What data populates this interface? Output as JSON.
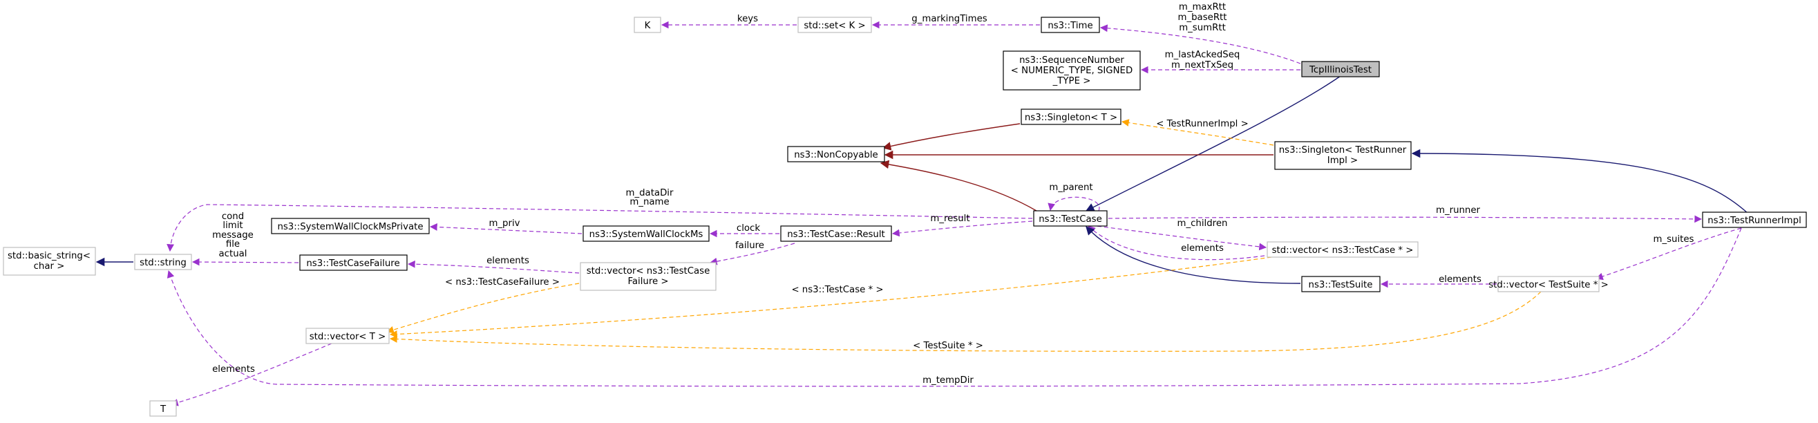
{
  "nodes": {
    "K": "K",
    "std_set": "std::set< K >",
    "ns3_time": "ns3::Time",
    "seqnum": [
      "ns3::SequenceNumber",
      "< NUMERIC_TYPE, SIGNED",
      "_TYPE >"
    ],
    "tcp_illinois_test": "TcpIllinoisTest",
    "singleton_t": "ns3::Singleton< T >",
    "noncopyable": "ns3::NonCopyable",
    "singleton_runner": [
      "ns3::Singleton< TestRunner",
      "Impl >"
    ],
    "basic_string": [
      "std::basic_string<",
      "char >"
    ],
    "std_string": "std::string",
    "wallclock_private": "ns3::SystemWallClockMsPrivate",
    "wallclock": "ns3::SystemWallClockMs",
    "result": "ns3::TestCase::Result",
    "testcase": "ns3::TestCase",
    "testrunnerimpl": "ns3::TestRunnerImpl",
    "testcasefailure": "ns3::TestCaseFailure",
    "vec_failure": [
      "std::vector< ns3::TestCase",
      "Failure >"
    ],
    "vec_testcase_ptr": "std::vector< ns3::TestCase * >",
    "testsuite": "ns3::TestSuite",
    "vec_testsuite_ptr": "std::vector< TestSuite * >",
    "vec_t": "std::vector< T >",
    "T": "T"
  },
  "edge_labels": {
    "keys": "keys",
    "g_markingtimes": "g_markingTimes",
    "time_members": [
      "m_maxRtt",
      "m_baseRtt",
      "m_sumRtt"
    ],
    "seq_members": [
      "m_lastAckedSeq",
      "m_nextTxSeq"
    ],
    "singleton_tmpl": "< TestRunnerImpl >",
    "m_parent": "m_parent",
    "string_members": [
      "m_dataDir",
      "m_name"
    ],
    "m_result": "m_result",
    "m_runner": "m_runner",
    "m_children": "m_children",
    "elements_tc": "elements",
    "string_fields": [
      "cond",
      "limit",
      "message",
      "file",
      "actual"
    ],
    "m_priv": "m_priv",
    "clock": "clock",
    "failure": "failure",
    "elements_failure": "elements",
    "tcf_tmpl": "< ns3::TestCaseFailure >",
    "tc_ptr_tmpl": "< ns3::TestCase * >",
    "m_suites": "m_suites",
    "elements_suite": "elements",
    "testsuite_ptr_tmpl": "< TestSuite * >",
    "elements_t": "elements",
    "m_tempdir": "m_tempDir"
  },
  "colors": {
    "usage": "#9a32cd",
    "template": "#ffa500",
    "inheritance_public": "#191970",
    "inheritance_private": "#8b1a1a",
    "focus_fill": "#bfbfbf",
    "faint_border": "#bfbfbf"
  }
}
